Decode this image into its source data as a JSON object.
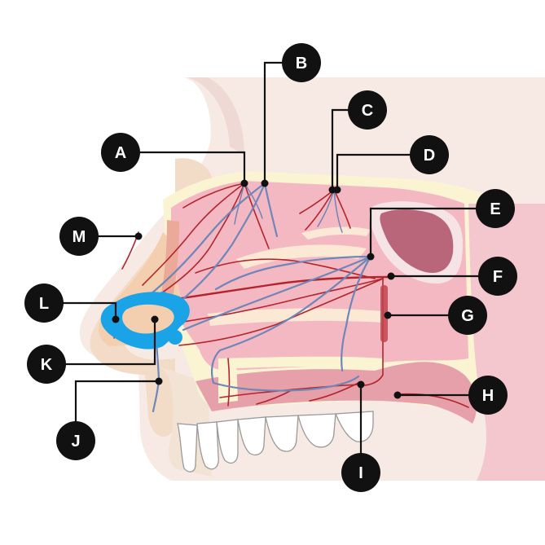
{
  "labels": {
    "A": "A",
    "B": "B",
    "C": "C",
    "D": "D",
    "E": "E",
    "F": "F",
    "G": "G",
    "H": "H",
    "I": "I",
    "J": "J",
    "K": "K",
    "L": "L",
    "M": "M"
  },
  "colors": {
    "skin_outer": "#f6e7e2",
    "skin_tan": "#f2dfc6",
    "mucosa": "#f2b6c0",
    "mucosa_dark": "#e79aa8",
    "bone": "#fdf8d6",
    "sinus": "#b9667a",
    "artery": "#b3242c",
    "nerve": "#6f86b8",
    "plexus": "#1aa3e6",
    "marker": "#111111"
  },
  "icons": {
    "marker": "black-circle-letter-marker",
    "anatomy": "nasal-cavity-lateral-wall"
  }
}
